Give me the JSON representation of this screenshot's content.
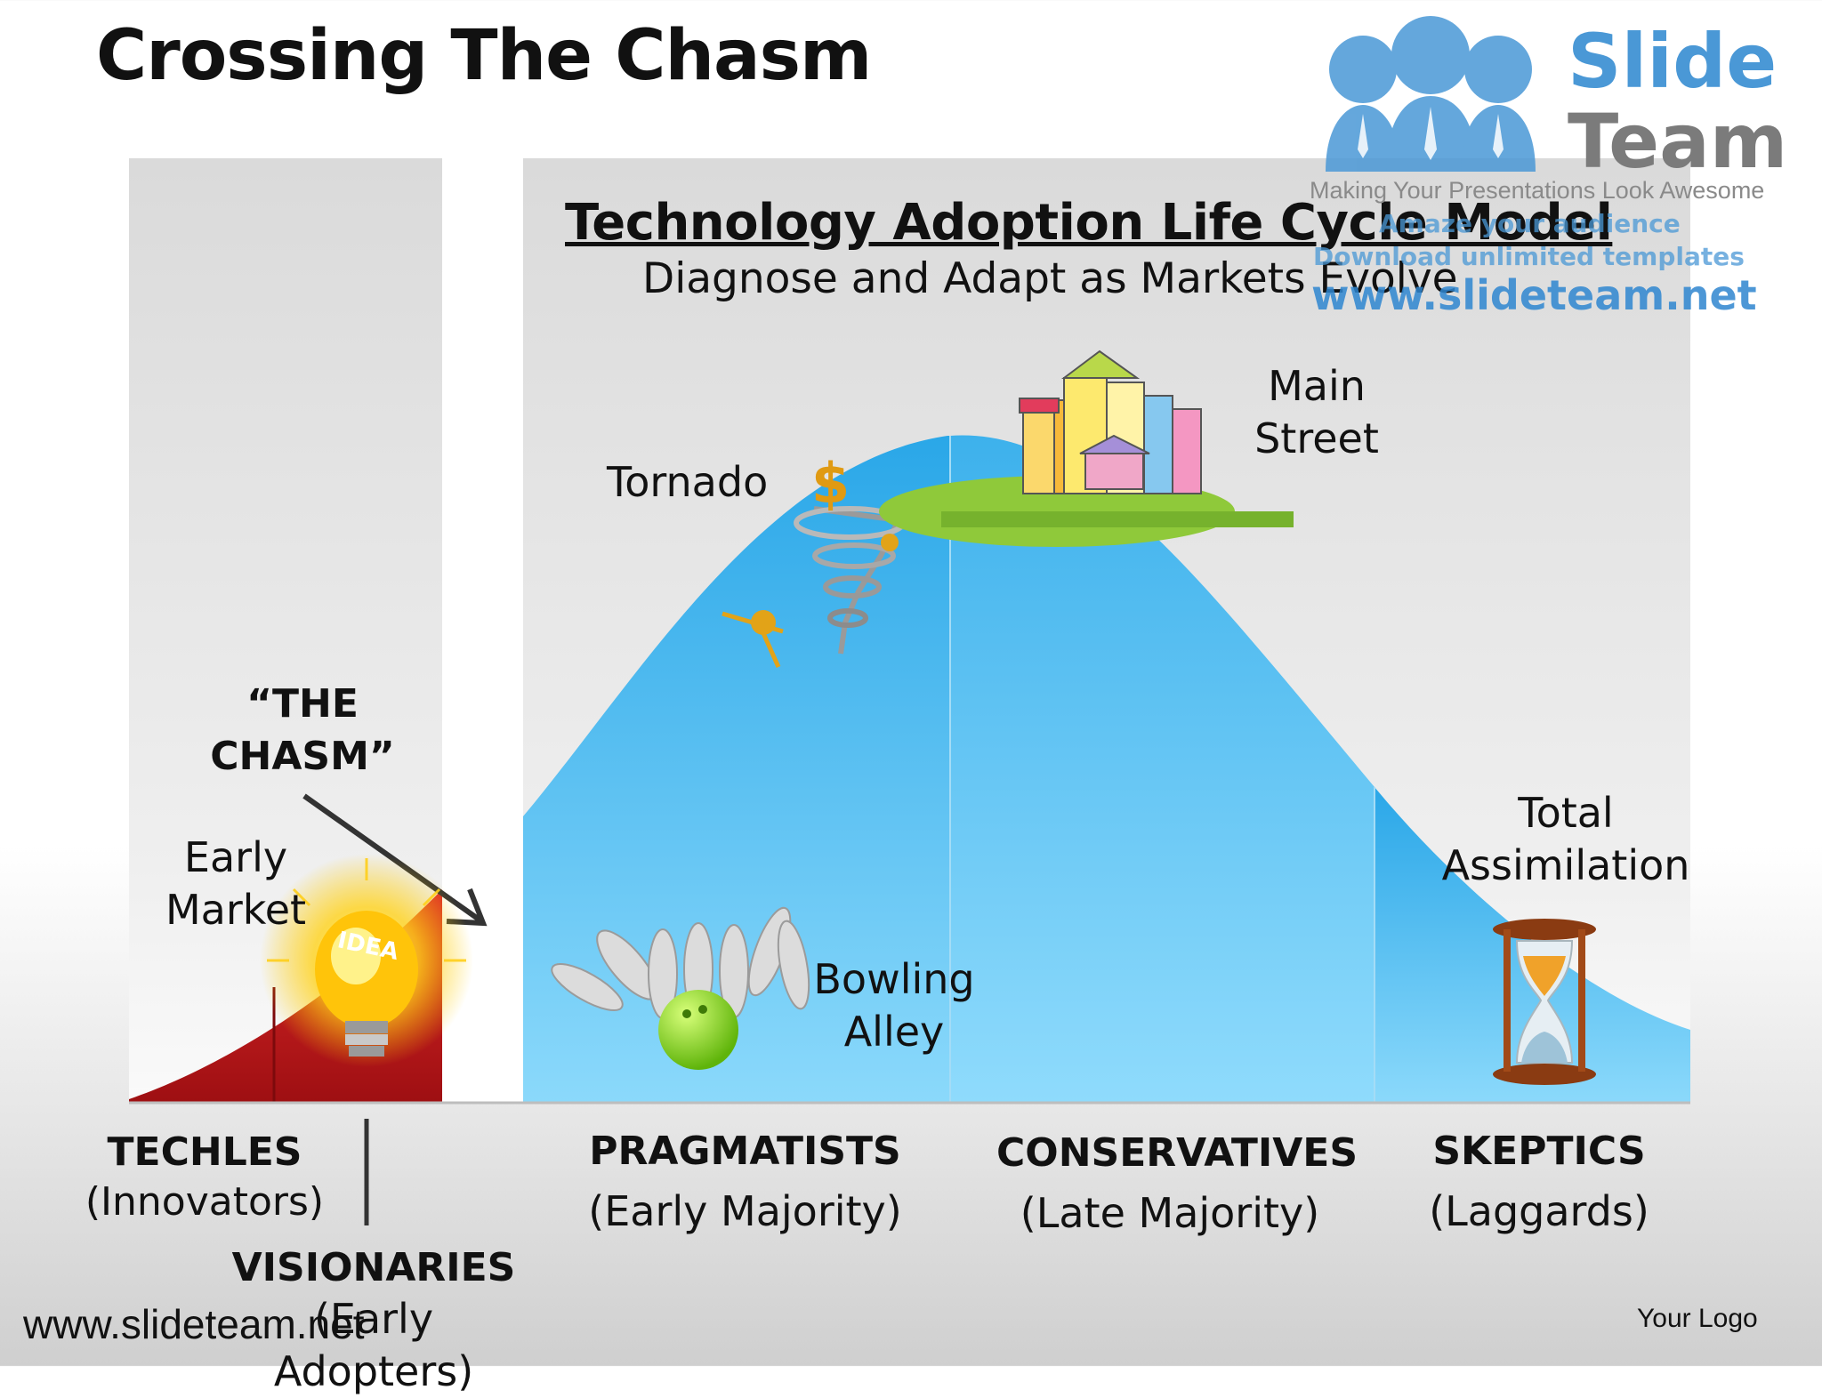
{
  "title": "Crossing The Chasm",
  "diagram": {
    "heading": "Technology Adoption Life Cycle Model",
    "subheading": "Diagnose and Adapt as Markets Evolve"
  },
  "stages": {
    "tornado": "Tornado",
    "main_street_1": "Main",
    "main_street_2": "Street",
    "bowling_1": "Bowling",
    "bowling_2": "Alley",
    "total_1": "Total",
    "total_2": "Assimilation",
    "early_market_1": "Early",
    "early_market_2": "Market"
  },
  "chasm": {
    "line1": "“THE",
    "line2": "CHASM”"
  },
  "categories": [
    {
      "name": "TECHLES",
      "sub": "(Innovators)"
    },
    {
      "name": "VISIONARIES",
      "sub": "(Early Adopters)"
    },
    {
      "name": "PRAGMATISTS",
      "sub": "(Early Majority)"
    },
    {
      "name": "CONSERVATIVES",
      "sub": "(Late Majority)"
    },
    {
      "name": "SKEPTICS",
      "sub": "(Laggards)"
    }
  ],
  "bulb_text": "IDEA",
  "watermark": {
    "brand_1": "Slide",
    "brand_2": "Team",
    "tagline": "Making Your Presentations Look Awesome",
    "line1": "Amaze your audience",
    "line2": "Download unlimited templates",
    "url": "www.slideteam.net"
  },
  "footer": {
    "url": "www.slideteam.net",
    "logo": "Your Logo"
  },
  "colors": {
    "curve_blue": "#4fb8ee",
    "curve_red": "#c0151b",
    "panel_gray": "#e4e4e4",
    "logo_blue": "#4a98d6"
  }
}
